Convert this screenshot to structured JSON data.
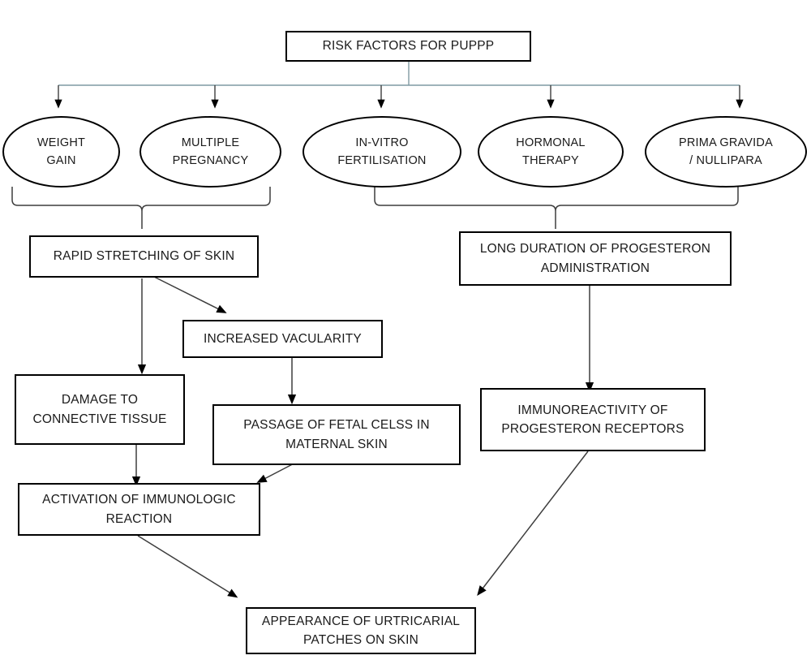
{
  "diagram": {
    "title": "RISK FACTORS FOR PUPPP",
    "type": "flowchart",
    "root": {
      "label": "RISK FACTORS FOR PUPPP",
      "shape": "rectangle"
    },
    "risk_factors": [
      {
        "id": "weight-gain",
        "label": "WEIGHT\nGAIN",
        "shape": "ellipse"
      },
      {
        "id": "multiple-pregnancy",
        "label": "MULTIPLE\nPREGNANCY",
        "shape": "ellipse"
      },
      {
        "id": "in-vitro-fertilisation",
        "label": "IN-VITRO\nFERTILISATION",
        "shape": "ellipse"
      },
      {
        "id": "hormonal-therapy",
        "label": "HORMONAL\nTHERAPY",
        "shape": "ellipse"
      },
      {
        "id": "prima-gravida-nullipara",
        "label": "PRIMA GRAVIDA\n/ NULLIPARA",
        "shape": "ellipse"
      }
    ],
    "mechanism_nodes": [
      {
        "id": "rapid-stretching-of-skin",
        "label": "RAPID STRETCHING OF SKIN",
        "shape": "rectangle"
      },
      {
        "id": "long-duration-progesteron",
        "label": "LONG DURATION OF PROGESTERON\nADMINISTRATION",
        "shape": "rectangle"
      },
      {
        "id": "increased-vacularity",
        "label": "INCREASED VACULARITY",
        "shape": "rectangle"
      },
      {
        "id": "damage-to-connective-tissue",
        "label": "DAMAGE TO\nCONNECTIVE TISSUE",
        "shape": "rectangle"
      },
      {
        "id": "passage-of-fetal-cells",
        "label": "PASSAGE OF FETAL CELSS IN\nMATERNAL SKIN",
        "shape": "rectangle"
      },
      {
        "id": "immunoreactivity-progesteron-receptors",
        "label": "IMMUNOREACTIVITY OF\nPROGESTERON RECEPTORS",
        "shape": "rectangle"
      },
      {
        "id": "activation-of-immunologic-reaction",
        "label": "ACTIVATION OF IMMUNOLOGIC\nREACTION",
        "shape": "rectangle"
      }
    ],
    "outcome": {
      "id": "appearance-of-urtricarial-patches",
      "label": "APPEARANCE OF URTRICARIAL\nPATCHES ON SKIN",
      "shape": "rectangle"
    },
    "labels": {
      "root": "RISK FACTORS FOR PUPPP",
      "weight_gain": "WEIGHT\nGAIN",
      "multiple_pregnancy": "MULTIPLE\nPREGNANCY",
      "in_vitro": "IN-VITRO\nFERTILISATION",
      "hormonal_therapy": "HORMONAL\nTHERAPY",
      "prima_gravida": "PRIMA GRAVIDA\n/ NULLIPARA",
      "rapid_stretching": "RAPID STRETCHING OF SKIN",
      "long_duration": "LONG DURATION OF PROGESTERON\nADMINISTRATION",
      "increased_vacularity": "INCREASED VACULARITY",
      "damage_connective": "DAMAGE TO\nCONNECTIVE TISSUE",
      "fetal_cells": "PASSAGE OF FETAL CELSS IN\nMATERNAL SKIN",
      "immunoreactivity": "IMMUNOREACTIVITY OF\nPROGESTERON RECEPTORS",
      "activation_immunologic": "ACTIVATION OF IMMUNOLOGIC\nREACTION",
      "outcome": "APPEARANCE OF URTRICARIAL\nPATCHES ON SKIN"
    },
    "colors": {
      "stroke": "#000000",
      "thin_stroke": "#3d3d3d",
      "bus_stroke": "#7f9aa3",
      "text": "#1a1a1a",
      "background": "#ffffff"
    },
    "edges": [
      {
        "from": "RISK FACTORS FOR PUPPP",
        "to": "WEIGHT GAIN"
      },
      {
        "from": "RISK FACTORS FOR PUPPP",
        "to": "MULTIPLE PREGNANCY"
      },
      {
        "from": "RISK FACTORS FOR PUPPP",
        "to": "IN-VITRO FERTILISATION"
      },
      {
        "from": "RISK FACTORS FOR PUPPP",
        "to": "HORMONAL THERAPY"
      },
      {
        "from": "RISK FACTORS FOR PUPPP",
        "to": "PRIMA GRAVIDA / NULLIPARA"
      },
      {
        "from": "WEIGHT GAIN + MULTIPLE PREGNANCY",
        "to": "RAPID STRETCHING OF SKIN"
      },
      {
        "from": "IN-VITRO FERTILISATION + HORMONAL THERAPY + PRIMA GRAVIDA / NULLIPARA",
        "to": "LONG DURATION OF PROGESTERON ADMINISTRATION"
      },
      {
        "from": "RAPID STRETCHING OF SKIN",
        "to": "DAMAGE TO CONNECTIVE TISSUE"
      },
      {
        "from": "RAPID STRETCHING OF SKIN",
        "to": "INCREASED VACULARITY"
      },
      {
        "from": "INCREASED VACULARITY",
        "to": "PASSAGE OF FETAL CELSS IN MATERNAL SKIN"
      },
      {
        "from": "DAMAGE TO CONNECTIVE TISSUE",
        "to": "ACTIVATION OF IMMUNOLOGIC REACTION"
      },
      {
        "from": "PASSAGE OF FETAL CELSS IN MATERNAL SKIN",
        "to": "ACTIVATION OF IMMUNOLOGIC REACTION"
      },
      {
        "from": "LONG DURATION OF PROGESTERON ADMINISTRATION",
        "to": "IMMUNOREACTIVITY OF PROGESTERON RECEPTORS"
      },
      {
        "from": "ACTIVATION OF IMMUNOLOGIC REACTION",
        "to": "APPEARANCE OF URTRICARIAL PATCHES ON SKIN"
      },
      {
        "from": "IMMUNOREACTIVITY OF PROGESTERON RECEPTORS",
        "to": "APPEARANCE OF URTRICARIAL PATCHES ON SKIN"
      }
    ]
  }
}
